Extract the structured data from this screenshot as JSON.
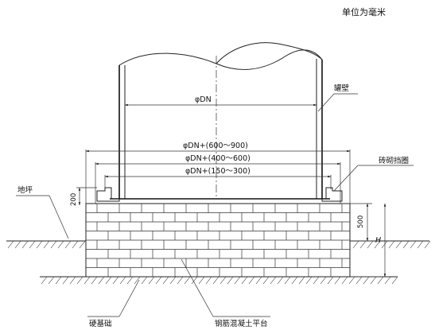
{
  "title": {
    "unit_note": "单位为毫米"
  },
  "labels": {
    "tank_wall": "罐壁",
    "brick_retaining_ring": "砖砌挡圈",
    "ground_level": "地坪",
    "hard_foundation": "硬基础",
    "rc_platform": "钢筋混凝土平台"
  },
  "dimensions": {
    "dn": "φDN",
    "dn_600_900": "φDN+(600～900)",
    "dn_400_600": "φDN+(400～600)",
    "dn_150_300": "φDN+(150～300)",
    "ring_height": "200",
    "platform_height": "500",
    "h_symbol": "H"
  }
}
